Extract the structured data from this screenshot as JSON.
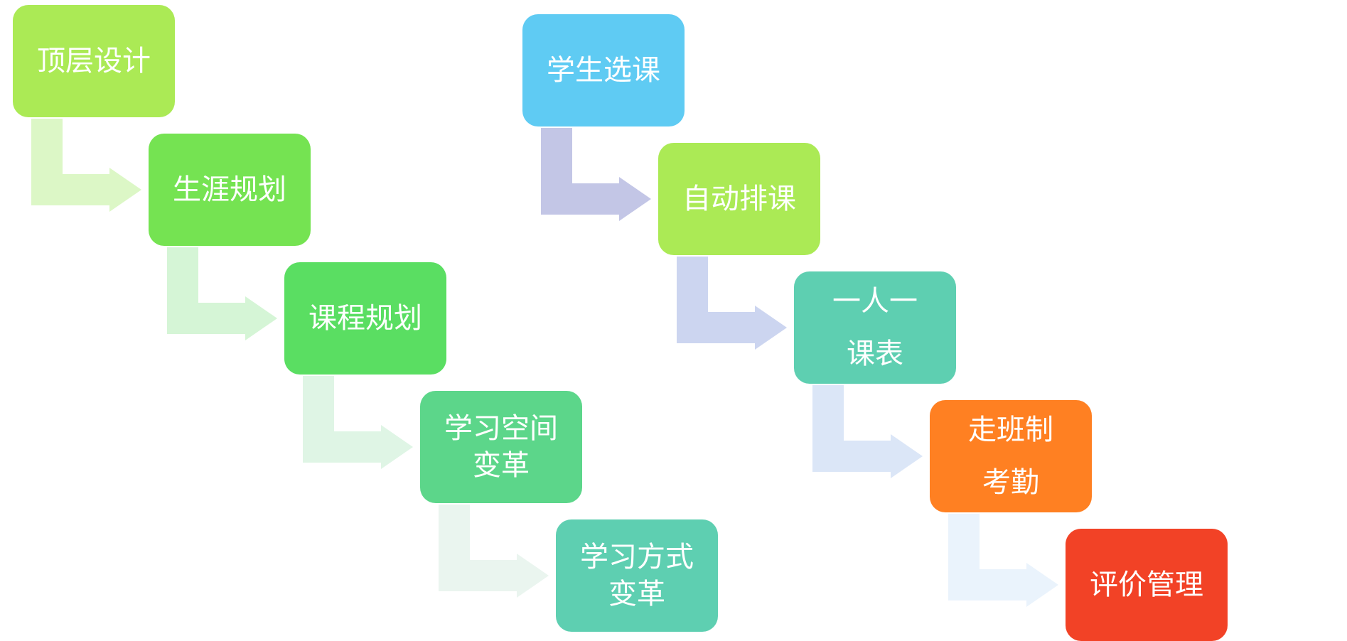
{
  "left_flow": {
    "steps": [
      {
        "lines": [
          "顶层设计"
        ],
        "color": "#abea55"
      },
      {
        "lines": [
          "生涯规划"
        ],
        "color": "#75e352"
      },
      {
        "lines": [
          "课程规划"
        ],
        "color": "#5ade62"
      },
      {
        "lines": [
          "学习空间",
          "变革"
        ],
        "color": "#5cd68a"
      },
      {
        "lines": [
          "学习方式",
          "变革"
        ],
        "color": "#5ecfb1"
      }
    ],
    "connector_colors": [
      "#dcf7c6",
      "#d5f5d6",
      "#dff5e5",
      "#eaf5ef"
    ]
  },
  "right_flow": {
    "steps": [
      {
        "lines": [
          "学生选课"
        ],
        "color": "#5fcbf3"
      },
      {
        "lines": [
          "自动排课"
        ],
        "color": "#abea55"
      },
      {
        "lines": [
          "一人一",
          "课表"
        ],
        "color": "#5ecfb1"
      },
      {
        "lines": [
          "走班制",
          "考勤"
        ],
        "color": "#ff8022"
      },
      {
        "lines": [
          "评价管理"
        ],
        "color": "#f24226"
      }
    ],
    "connector_colors": [
      "#c3c6e6",
      "#ccd5f0",
      "#dbe6f7",
      "#eaf3fc"
    ]
  }
}
